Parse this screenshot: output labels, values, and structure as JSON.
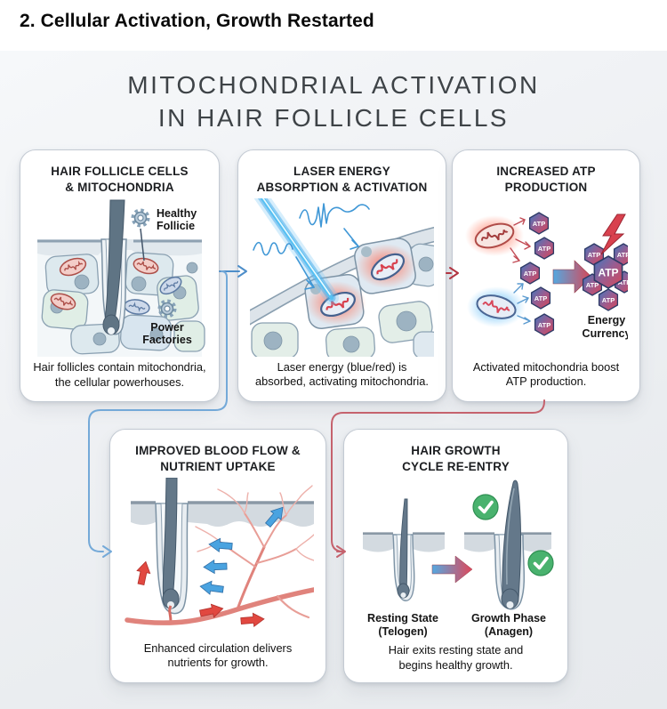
{
  "page": {
    "header": "2. Cellular Activation, Growth Restarted",
    "title_line1": "MITOCHONDRIAL ACTIVATION",
    "title_line2": "IN HAIR FOLLICLE CELLS"
  },
  "panels": {
    "follicle_cells": {
      "title_line1": "HAIR FOLLICLE CELLS",
      "title_line2": "& MITOCHONDRIA",
      "label_healthy_line1": "Healthy",
      "label_healthy_line2": "Follicie",
      "label_power_line1": "Power",
      "label_power_line2": "Factories",
      "caption_line1": "Hair follicles contain mitochondria,",
      "caption_line2": "the cellular powerhouses."
    },
    "laser": {
      "title_line1": "LASER ENERGY",
      "title_line2": "ABSORPTION & ACTIVATION",
      "caption_line1": "Laser energy (blue/red) is",
      "caption_line2": "absorbed, activating mitochondria."
    },
    "atp": {
      "title_line1": "INCREASED ATP",
      "title_line2": "PRODUCTION",
      "atp_label": "ATP",
      "energy_label_line1": "Energy",
      "energy_label_line2": "Currency",
      "caption_line1": "Activated mitochondria boost",
      "caption_line2": "ATP production."
    },
    "blood_flow": {
      "title_line1": "IMPROVED BLOOD FLOW &",
      "title_line2": "NUTRIENT UPTAKE",
      "caption_line1": "Enhanced circulation delivers",
      "caption_line2": "nutrients for growth."
    },
    "growth_cycle": {
      "title_line1": "HAIR GROWTH",
      "title_line2": "CYCLE RE-ENTRY",
      "label_resting_line1": "Resting State",
      "label_resting_line2": "(Telogen)",
      "label_growth_line1": "Growth Phase",
      "label_growth_line2": "(Anagen)",
      "caption_line1": "Hair exits resting state and",
      "caption_line2": "begins healthy growth."
    }
  },
  "colors": {
    "arrow_blue": "#4d8ec9",
    "connector_blue": "#74a9d8",
    "arrow_red": "#b13440",
    "connector_red": "#c5626d",
    "check_green": "#49b26e",
    "bolt_red": "#d8414e",
    "laser_blue": "#56c0f2",
    "atp_hex_blue": "#4077be",
    "atp_hex_red": "#d84656"
  }
}
